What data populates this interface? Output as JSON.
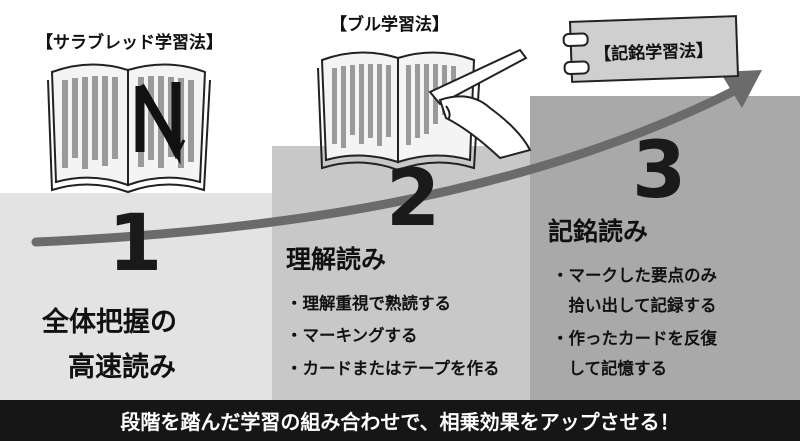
{
  "labels": {
    "thoroughbred": "【サラブレッド学習法】",
    "bull": "【ブル学習法】",
    "memo": "【記銘学習法】"
  },
  "steps": [
    {
      "number": "1",
      "title_line1": "全体把握の",
      "title_line2": "高速読み",
      "bullets": []
    },
    {
      "number": "2",
      "title_line1": "理解読み",
      "bullets": [
        "・理解重視で熟読する",
        "・マーキングする",
        "・カードまたはテープを作る"
      ]
    },
    {
      "number": "3",
      "title_line1": "記銘読み",
      "bullets": [
        "・マークした要点のみ",
        "　拾い出して記録する",
        "・作ったカードを反復",
        "　して記憶する"
      ]
    }
  ],
  "book_letter": "N",
  "banner": "段階を踏んだ学習の組み合わせで、相乗効果をアップさせる！",
  "colors": {
    "step1": "#e3e3e3",
    "step2": "#c8c8c8",
    "step3": "#a9a9a9",
    "arrow": "#6b6b6b",
    "banner": "#161616"
  }
}
